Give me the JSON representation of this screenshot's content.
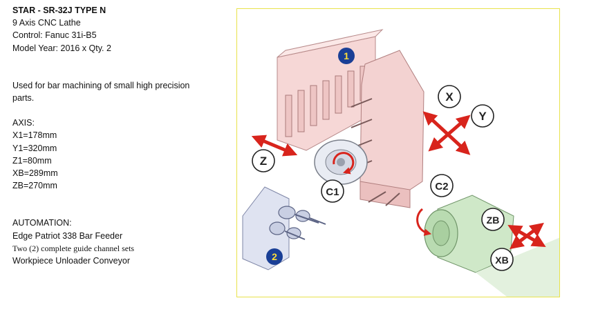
{
  "spec": {
    "title": "STAR - SR-32J TYPE N",
    "subtitle": "9 Axis CNC Lathe",
    "control": "Control: Fanuc 31i-B5",
    "model_year": "Model Year:  2016 x Qty. 2",
    "description_line1": "Used for bar machining of small high precision",
    "description_line2": "parts.",
    "axis_heading": "AXIS:",
    "axes": [
      "X1=178mm",
      "Y1=320mm",
      "Z1=80mm",
      "XB=289mm",
      "ZB=270mm"
    ],
    "automation_heading": "AUTOMATION:",
    "automation_items": [
      "Edge Patriot 338 Bar Feeder",
      "Two (2) complete guide channel sets",
      "Workpiece Unloader Conveyor"
    ]
  },
  "diagram": {
    "labels": [
      "X",
      "Y",
      "Z",
      "C1",
      "C2",
      "ZB",
      "XB"
    ],
    "markers": [
      "1",
      "2"
    ],
    "colors": {
      "border": "#e8e24a",
      "gang_tool": "#f6d7d6",
      "spindle_front": "#dfe3f1",
      "back_spindle": "#cfe8c8",
      "arrow": "#d8241c",
      "marker": "#1a3f96",
      "marker_text": "#ffdf3a"
    }
  }
}
